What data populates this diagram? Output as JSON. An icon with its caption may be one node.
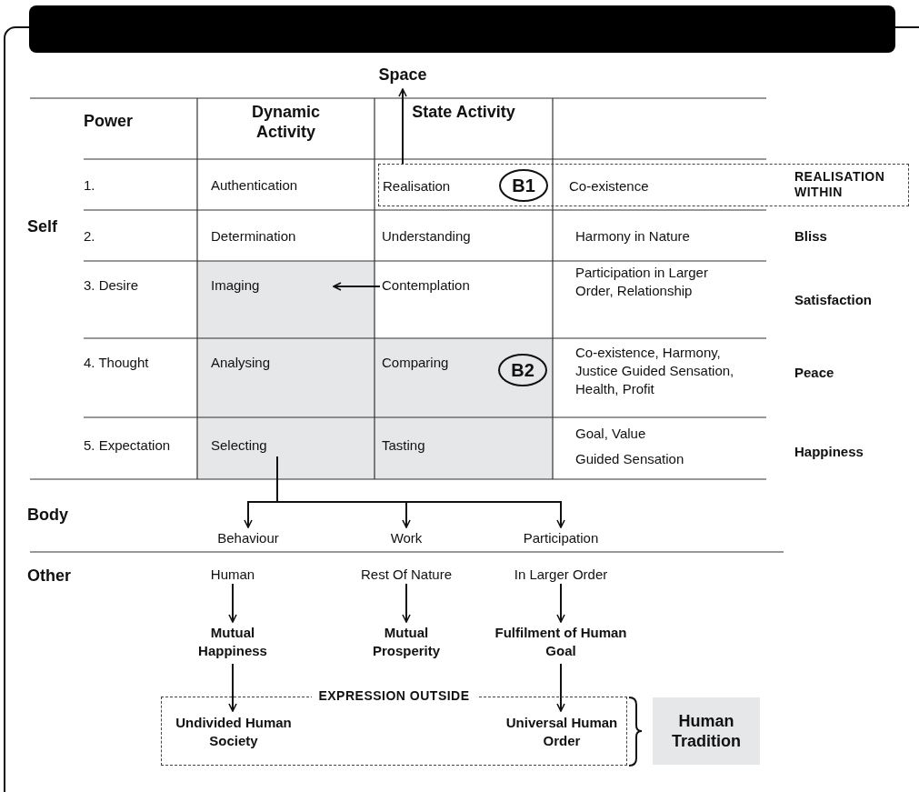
{
  "diagram": {
    "nodes": [
      {
        "text": [
          "Space"
        ]
      },
      {
        "text": [
          "REALISATION WITHIN"
        ]
      },
      {
        "text": [
          "Realisation"
        ],
        "in": 1
      },
      {
        "text": [
          "B1"
        ],
        "in": 1
      },
      {
        "text": [
          "Co-existence"
        ],
        "in": 1
      },
      {
        "text": [
          "Imaging"
        ]
      },
      {
        "text": [
          "Contemplation"
        ]
      },
      {
        "text": [
          "Selecting"
        ]
      },
      {
        "text": [
          "B2"
        ]
      },
      {
        "text": [
          "Behaviour"
        ]
      },
      {
        "text": [
          "Work"
        ]
      },
      {
        "text": [
          "Participation"
        ]
      },
      {
        "text": [
          "Human"
        ]
      },
      {
        "text": [
          "Rest Of Nature"
        ]
      },
      {
        "text": [
          "In Larger Order"
        ]
      },
      {
        "text": [
          "Mutual Happiness"
        ]
      },
      {
        "text": [
          "Mutual Prosperity"
        ]
      },
      {
        "text": [
          "Fulfilment of Human Goal"
        ]
      },
      {
        "text": [
          "EXPRESSION OUTSIDE"
        ]
      },
      {
        "text": [
          "Undivided Human Society"
        ],
        "in": 18
      },
      {
        "text": [
          "Universal Human Order"
        ],
        "in": 18
      },
      {
        "text": [
          "Human Tradition"
        ]
      }
    ],
    "edges": [
      {
        "from": 1,
        "to": 0,
        "arrow": "to"
      },
      {
        "from": 6,
        "to": 5,
        "arrow": "to"
      },
      {
        "from": 7,
        "to": 9,
        "arrow": "to"
      },
      {
        "from": 7,
        "to": 10,
        "arrow": "to"
      },
      {
        "from": 7,
        "to": 11,
        "arrow": "to"
      },
      {
        "from": 12,
        "to": 15,
        "arrow": "to"
      },
      {
        "from": 13,
        "to": 16,
        "arrow": "to"
      },
      {
        "from": 14,
        "to": 17,
        "arrow": "to"
      },
      {
        "from": 15,
        "to": 19,
        "arrow": "to"
      },
      {
        "from": 17,
        "to": 20,
        "arrow": "to"
      }
    ],
    "labels": [
      "Power",
      "Dynamic Activity",
      "State Activity",
      "1.",
      "Authentication",
      "Self",
      "2.",
      "Determination",
      "Understanding",
      "Harmony in Nature",
      "Bliss",
      "3. Desire",
      "Participation in Larger Order, Relationship",
      "Satisfaction",
      "4. Thought",
      "Analysing",
      "Comparing",
      "Co-existence, Harmony, Justice Guided Sensation, Health, Profit",
      "Peace",
      "5. Expectation",
      "Tasting",
      "Goal, Value",
      "Guided Sensation",
      "Happiness",
      "Body",
      "Other"
    ]
  }
}
